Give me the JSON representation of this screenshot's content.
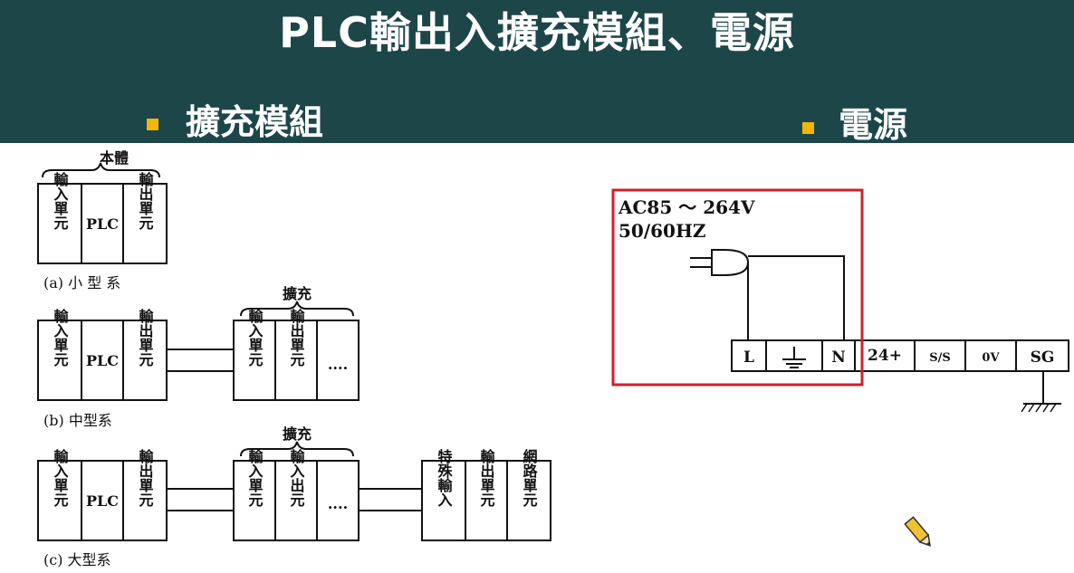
{
  "slide": {
    "title": "PLC輸出入擴充模組、電源",
    "left_heading": "擴充模組",
    "right_heading": "電源",
    "bullet_color": "#f2b705",
    "header_color": "#1d4649"
  },
  "expansion": {
    "body_label": "本體",
    "expand_label": "擴充",
    "plc_label": "PLC",
    "input_unit": "輸入單元",
    "output_unit": "輸出單元",
    "io_unit": "輸入出元",
    "special_input": "特殊輸入",
    "network_unit": "網路單元",
    "ellipsis": "····",
    "caption_a": "(a) 小 型 系",
    "caption_b": "(b)  中型系",
    "caption_c": "(c)  大型系"
  },
  "power": {
    "voltage": "AC85 ～ 264V",
    "frequency": "50/60HZ",
    "highlight_color": "#d0202a",
    "terminals": [
      "L",
      "",
      "N",
      "24+",
      "S/S",
      "0V",
      "SG"
    ]
  }
}
